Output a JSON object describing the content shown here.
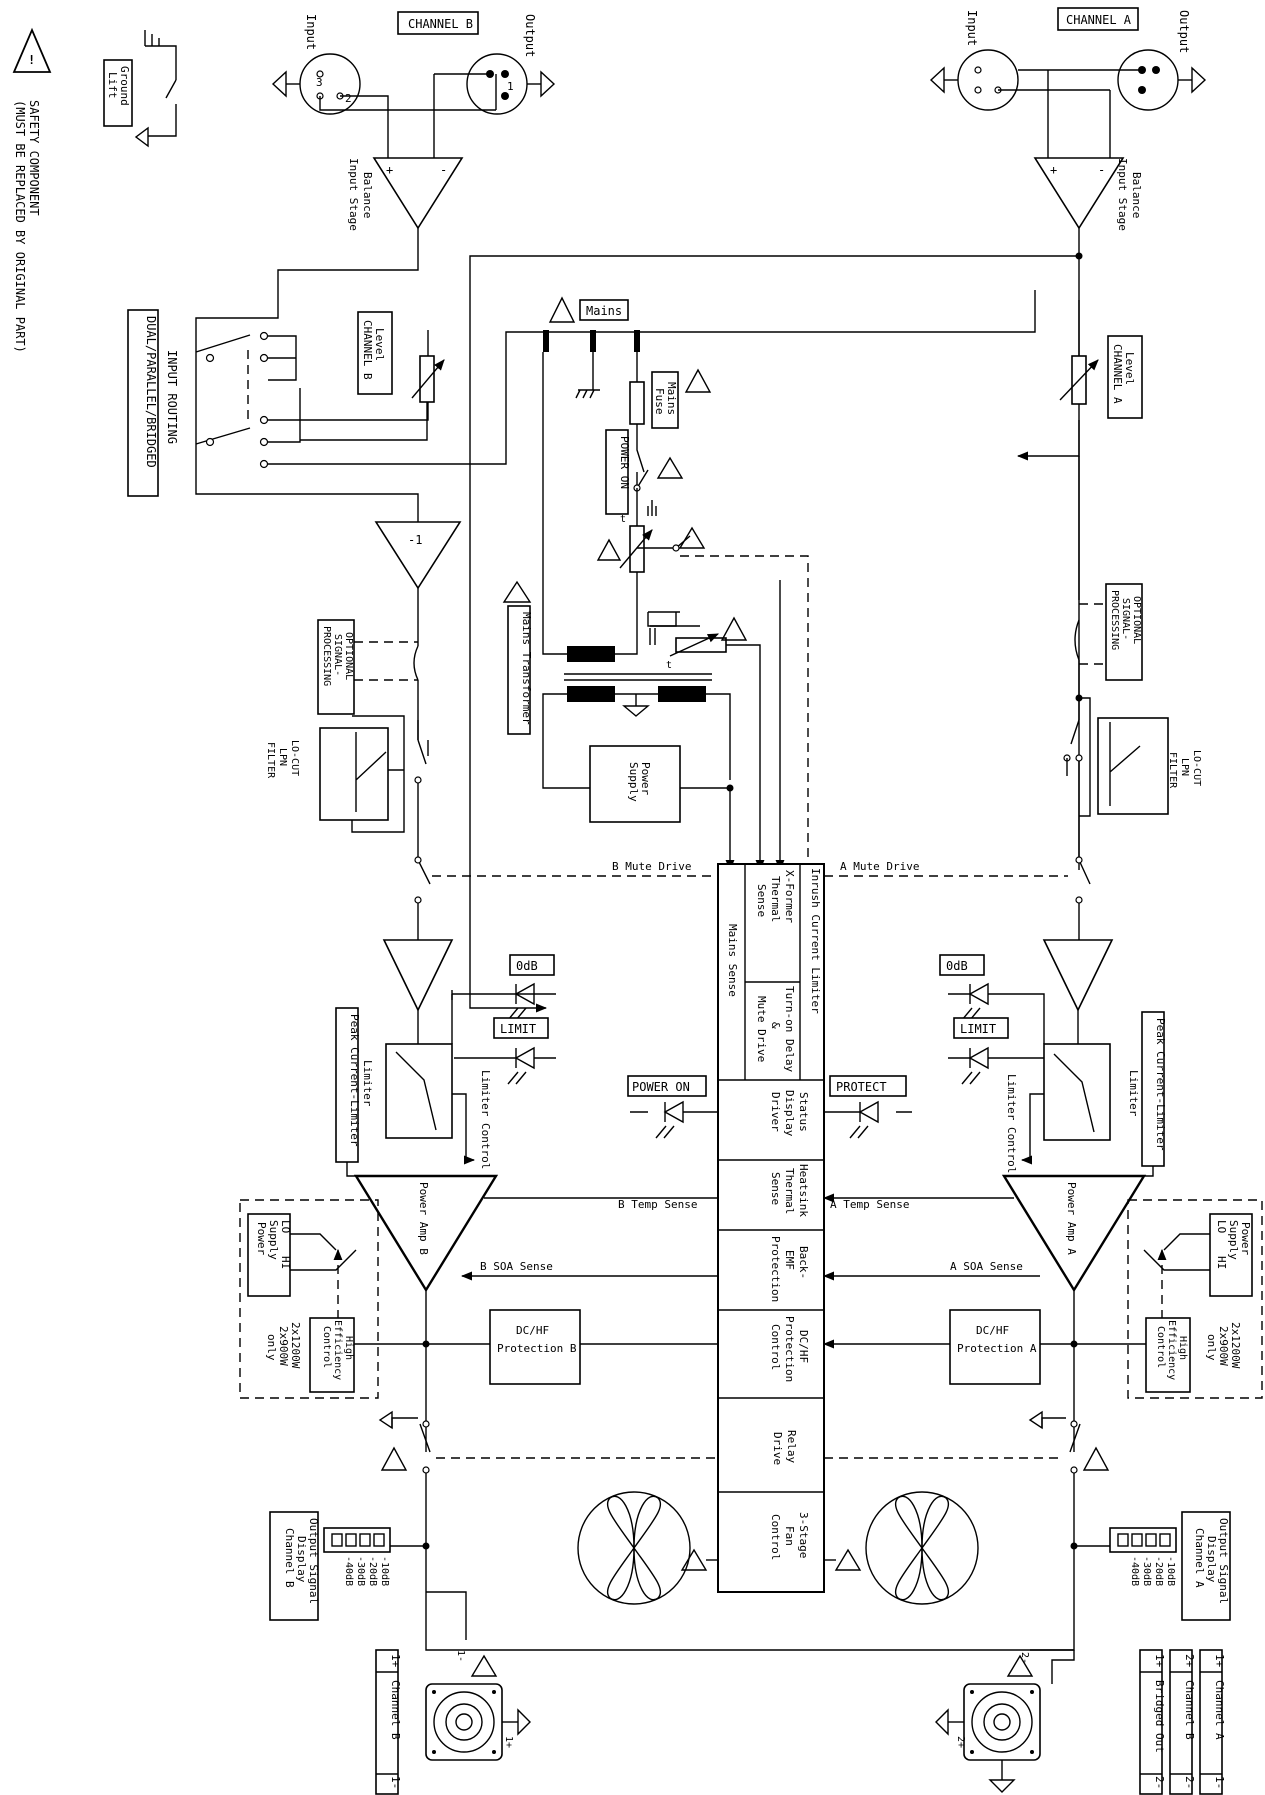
{
  "warning": {
    "line1": "SAFETY COMPONENT",
    "line2": "(MUST BE REPLACED BY ORIGINAL PART)"
  },
  "ground_lift": {
    "l1": "Ground",
    "l2": "Lift"
  },
  "channel_b": {
    "title": "CHANNEL B",
    "input": "Input",
    "output": "Output",
    "balance": {
      "l1": "Balance",
      "l2": "Input Stage"
    },
    "level": {
      "l1": "Level",
      "l2": "CHANNEL B"
    },
    "lo_cut": {
      "l1": "LO-CUT",
      "l2": "LPN",
      "l3": "FILTER"
    },
    "optional": {
      "l1": "OPTIONAL",
      "l2": "SIGNAL-",
      "l3": "PROCESSING"
    },
    "limiter": "Limiter",
    "limiter_control": "Limiter Control",
    "peak": "Peak Current-Limiter",
    "power_amp": "Power Amp B",
    "dchf": {
      "l1": "DC/HF",
      "l2": "Protection B"
    },
    "mute": "B Mute Drive",
    "temp": "B Temp Sense",
    "soa": "B SOA Sense",
    "odb": "0dB",
    "limit_led": "LIMIT",
    "supply": {
      "l1": "LO",
      "l2": "HI",
      "l3": "Supply",
      "l4": "Power"
    },
    "efficiency": {
      "l1": "High",
      "l2": "Efficiency",
      "l3": "Control"
    },
    "models": {
      "l1": "2x1200W",
      "l2": "2x900W",
      "l3": "only"
    },
    "output_display": {
      "l1": "Output Signal",
      "l2": "Display",
      "l3": "Channel B"
    },
    "levels": [
      "-10dB",
      "-20dB",
      "-30dB",
      "-40dB"
    ],
    "speakon": {
      "plus": "1+",
      "name": "Channel B",
      "minus": "1-"
    },
    "minus_label": "1-",
    "plus_label": "1+"
  },
  "channel_a": {
    "title": "CHANNEL A",
    "input": "Input",
    "output": "Output",
    "balance": {
      "l1": "Balance",
      "l2": "Input Stage"
    },
    "level": {
      "l1": "Level",
      "l2": "CHANNEL A"
    },
    "lo_cut": {
      "l1": "LO-CUT",
      "l2": "LPN",
      "l3": "FILTER"
    },
    "optional": {
      "l1": "OPTIONAL",
      "l2": "SIGNAL-",
      "l3": "PROCESSING"
    },
    "limiter": "Limiter",
    "limiter_control": "Limiter Control",
    "peak": "Peak Current-Limiter",
    "power_amp": "Power Amp A",
    "dchf": {
      "l1": "DC/HF",
      "l2": "Protection A"
    },
    "mute": "A Mute Drive",
    "temp": "A Temp Sense",
    "soa": "A SOA Sense",
    "odb": "0dB",
    "limit_led": "LIMIT",
    "supply": {
      "l1": "Power",
      "l2": "Supply",
      "l3": "LO",
      "l4": "HI"
    },
    "efficiency": {
      "l1": "High",
      "l2": "Efficiency",
      "l3": "Control"
    },
    "models": {
      "l1": "2x1200W",
      "l2": "2x900W",
      "l3": "only"
    },
    "output_display": {
      "l1": "Output Signal",
      "l2": "Display",
      "l3": "Channel A"
    },
    "levels": [
      "-10dB",
      "-20dB",
      "-30dB",
      "-40dB"
    ],
    "speakon_a": {
      "plus": "1+",
      "name": "Channel A",
      "minus": "1-"
    },
    "speakon_b": {
      "plus": "2+",
      "name": "Channel B",
      "minus": "2-"
    },
    "speakon_bridged": {
      "plus": "1+",
      "name": "Bridged Out",
      "minus": "2-"
    },
    "minus_label": "2-",
    "plus_label": "2+"
  },
  "center": {
    "mains": "Mains",
    "mains_fuse": {
      "l1": "Mains",
      "l2": "Fuse"
    },
    "power_on_switch": "POWER ON",
    "mains_transformer": "Mains Transformer",
    "power_supply": {
      "l1": "Power",
      "l2": "Supply"
    },
    "input_routing": "INPUT ROUTING",
    "routing_modes": "DUAL/PARALLEL/BRIDGED",
    "inverter": "-1",
    "t_label": "t",
    "inrush": "Inrush Current Limiter",
    "mains_sense": "Mains Sense",
    "xformer": {
      "l1": "X-Former",
      "l2": "Thermal",
      "l3": "Sense"
    },
    "turnon": {
      "l1": "Turn-on Delay",
      "l2": "&",
      "l3": "Mute Drive"
    },
    "status": {
      "l1": "Status",
      "l2": "Display",
      "l3": "Driver"
    },
    "heatsink": {
      "l1": "Heatsink",
      "l2": "Thermal",
      "l3": "Sense"
    },
    "backemf": {
      "l1": "Back-",
      "l2": "EMF",
      "l3": "Protection"
    },
    "dchf": {
      "l1": "DC/HF",
      "l2": "Protection",
      "l3": "Control"
    },
    "relay": {
      "l1": "Relay",
      "l2": "Drive"
    },
    "fan": {
      "l1": "3-Stage",
      "l2": "Fan",
      "l3": "Control"
    },
    "power_on_led": "POWER ON",
    "protect_led": "PROTECT"
  },
  "pins": {
    "p1": "1",
    "p2": "2",
    "p3": "3",
    "plus": "+",
    "minus": "-"
  }
}
